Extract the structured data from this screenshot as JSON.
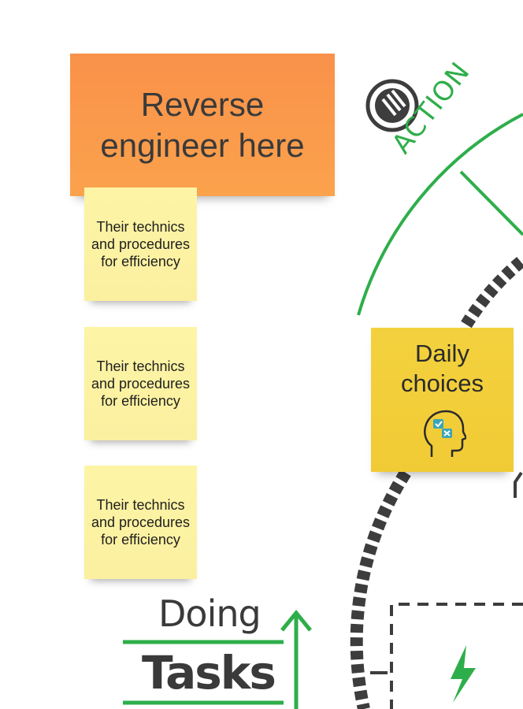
{
  "board": {
    "main_note": "Reverse engineer here",
    "notes": [
      {
        "text": "Their technics and procedures for efficiency"
      },
      {
        "text": "Their technics and procedures for efficiency"
      },
      {
        "text": "Their technics and procedures for efficiency"
      }
    ],
    "daily_note": "Daily choices",
    "action_label": "ACTION",
    "doing_label": "Doing",
    "tasks_label": "Tasks"
  },
  "icons": {
    "pause_badge": "pause-circle-icon",
    "head_choices": "head-choices-icon",
    "lightning": "lightning-icon",
    "up_arrow": "arrow-up-icon"
  },
  "colors": {
    "orange_note": "#fba24c",
    "yellow_note": "#fbf0a0",
    "daily_note": "#f1cb35",
    "accent_green": "#2eae4a",
    "dark_gray": "#3a3a3a"
  }
}
